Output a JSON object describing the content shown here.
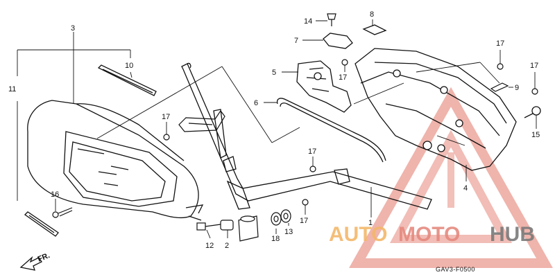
{
  "callouts": {
    "n1": "1",
    "n2": "2",
    "n3": "3",
    "n4": "4",
    "n5": "5",
    "n6": "6",
    "n7": "7",
    "n8": "8",
    "n9": "9",
    "n10": "10",
    "n11": "11",
    "n12": "12",
    "n13": "13",
    "n14": "14",
    "n15": "15",
    "n16": "16",
    "n17a": "17",
    "n17b": "17",
    "n17c": "17",
    "n17d": "17",
    "n17e": "17",
    "n17f": "17",
    "n18": "18"
  },
  "front_label": "FR.",
  "diagram_code": "GAV3-F0500",
  "watermark": {
    "auto": "AUTO",
    "moto": "MOTO",
    "hub": "HUB"
  },
  "colors": {
    "line": "#111111",
    "wm_orange": "#f3b76a",
    "wm_red": "#e58a7f",
    "wm_dark": "#7a7a7a"
  }
}
